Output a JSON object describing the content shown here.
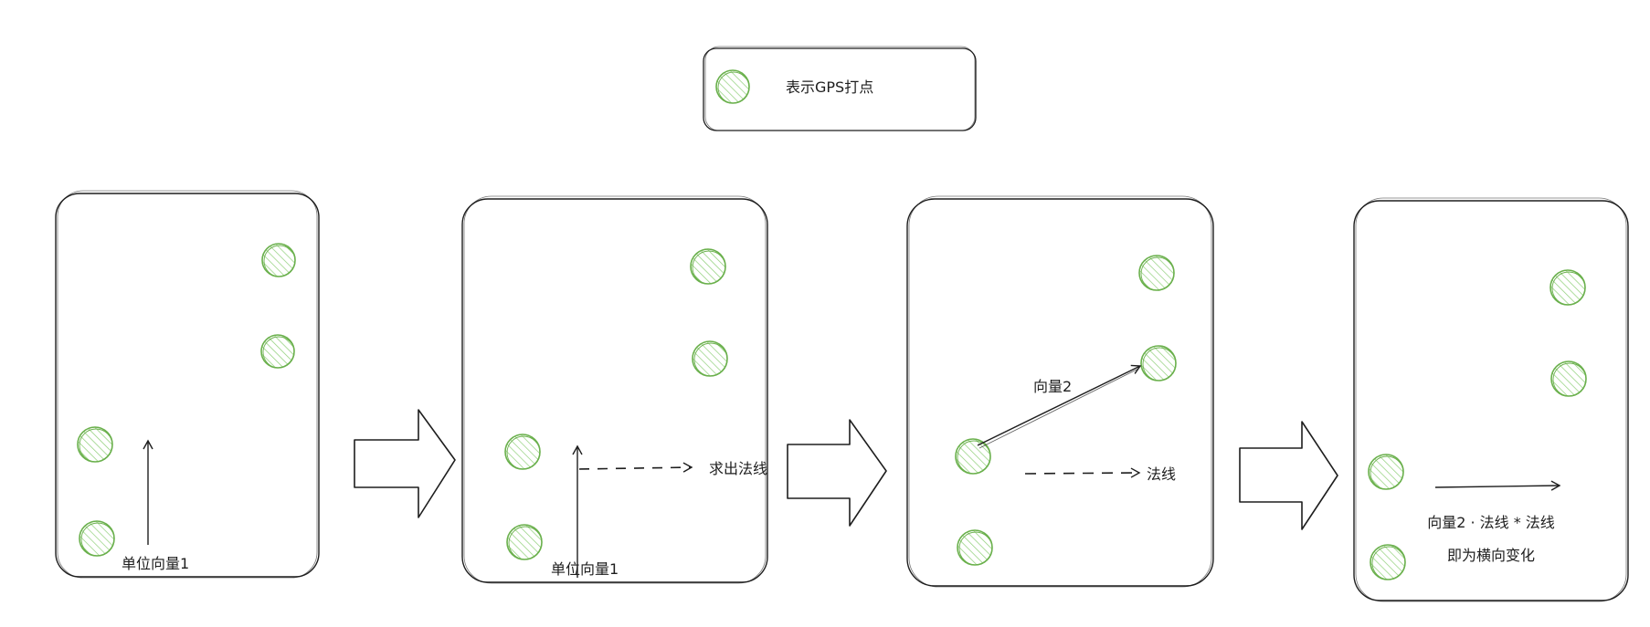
{
  "legend": {
    "label": "表示GPS打点"
  },
  "panels": [
    {
      "labels": [
        "单位向量1"
      ]
    },
    {
      "labels": [
        "单位向量1",
        "求出法线"
      ]
    },
    {
      "labels": [
        "向量2",
        "法线"
      ]
    },
    {
      "labels": [
        "向量2 · 法线 * 法线",
        "即为横向变化"
      ]
    }
  ],
  "colors": {
    "stroke": "#1e1e1e",
    "point_stroke": "#6ab04c",
    "point_fill": "#b2e0a0",
    "background": "#ffffff"
  },
  "icons": [
    "gps-point-icon",
    "right-arrow-icon"
  ]
}
